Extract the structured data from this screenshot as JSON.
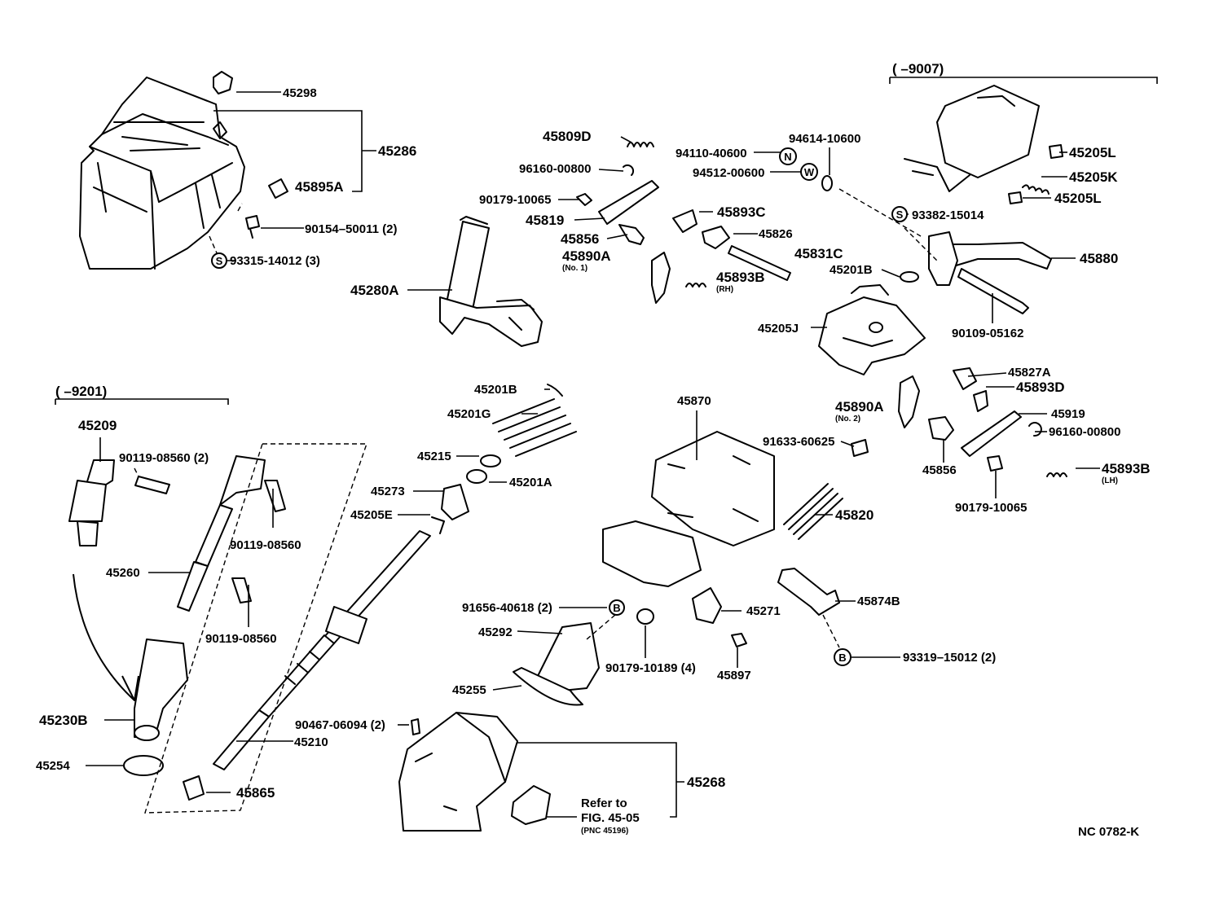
{
  "diagram_code": "NC 0782-K",
  "ranges": {
    "top_right": "(      –9007)",
    "left": "(      –9201)"
  },
  "reference_note": {
    "line1": "Refer to",
    "line2": "FIG. 45-05",
    "line3": "(PNC 45196)"
  },
  "symbols": {
    "s": "S",
    "n": "N",
    "w": "W",
    "b": "B"
  },
  "parts": {
    "p45298": "45298",
    "p45286": "45286",
    "p45895A": "45895A",
    "p90154": "90154–50011 (2)",
    "p93315": "93315-14012 (3)",
    "p45809D": "45809D",
    "p96160a": "96160-00800",
    "p90179a": "90179-10065",
    "p45819a": "45819",
    "p45856a": "45856",
    "p45890A1": "45890A",
    "p45890A1_note": "(No. 1)",
    "p45280A": "45280A",
    "p45893C": "45893C",
    "p45826": "45826",
    "p45831C": "45831C",
    "p45893B_rh": "45893B",
    "p45893B_rh_note": "(RH)",
    "p94110": "94110-40600",
    "p94614": "94614-10600",
    "p94512": "94512-00600",
    "p93382": "93382-15014",
    "p45205L_a": "45205L",
    "p45205K": "45205K",
    "p45205L_b": "45205L",
    "p45880": "45880",
    "p45201B_a": "45201B",
    "p45205J": "45205J",
    "p90109": "90109-05162",
    "p45209": "45209",
    "p90119a": "90119-08560 (2)",
    "p90119b": "90119-08560",
    "p45260": "45260",
    "p90119c": "90119-08560",
    "p45230B": "45230B",
    "p45254": "45254",
    "p45865": "45865",
    "p45201B_b": "45201B",
    "p45201G": "45201G",
    "p45215": "45215",
    "p45201A": "45201A",
    "p45273": "45273",
    "p45205E": "45205E",
    "p45210": "45210",
    "p90467": "90467-06094 (2)",
    "p45268": "45268",
    "p91656": "91656-40618 (2)",
    "p45292": "45292",
    "p45255": "45255",
    "p90179b": "90179-10189 (4)",
    "p45870": "45870",
    "p91633": "91633-60625",
    "p45820": "45820",
    "p45271": "45271",
    "p45897": "45897",
    "p45874B": "45874B",
    "p93319": "93319–15012 (2)",
    "p45827A": "45827A",
    "p45893D": "45893D",
    "p45890A2": "45890A",
    "p45890A2_note": "(No. 2)",
    "p45919": "45919",
    "p96160b": "96160-00800",
    "p45856b": "45856",
    "p45893B_lh": "45893B",
    "p45893B_lh_note": "(LH)",
    "p90179c": "90179-10065"
  }
}
